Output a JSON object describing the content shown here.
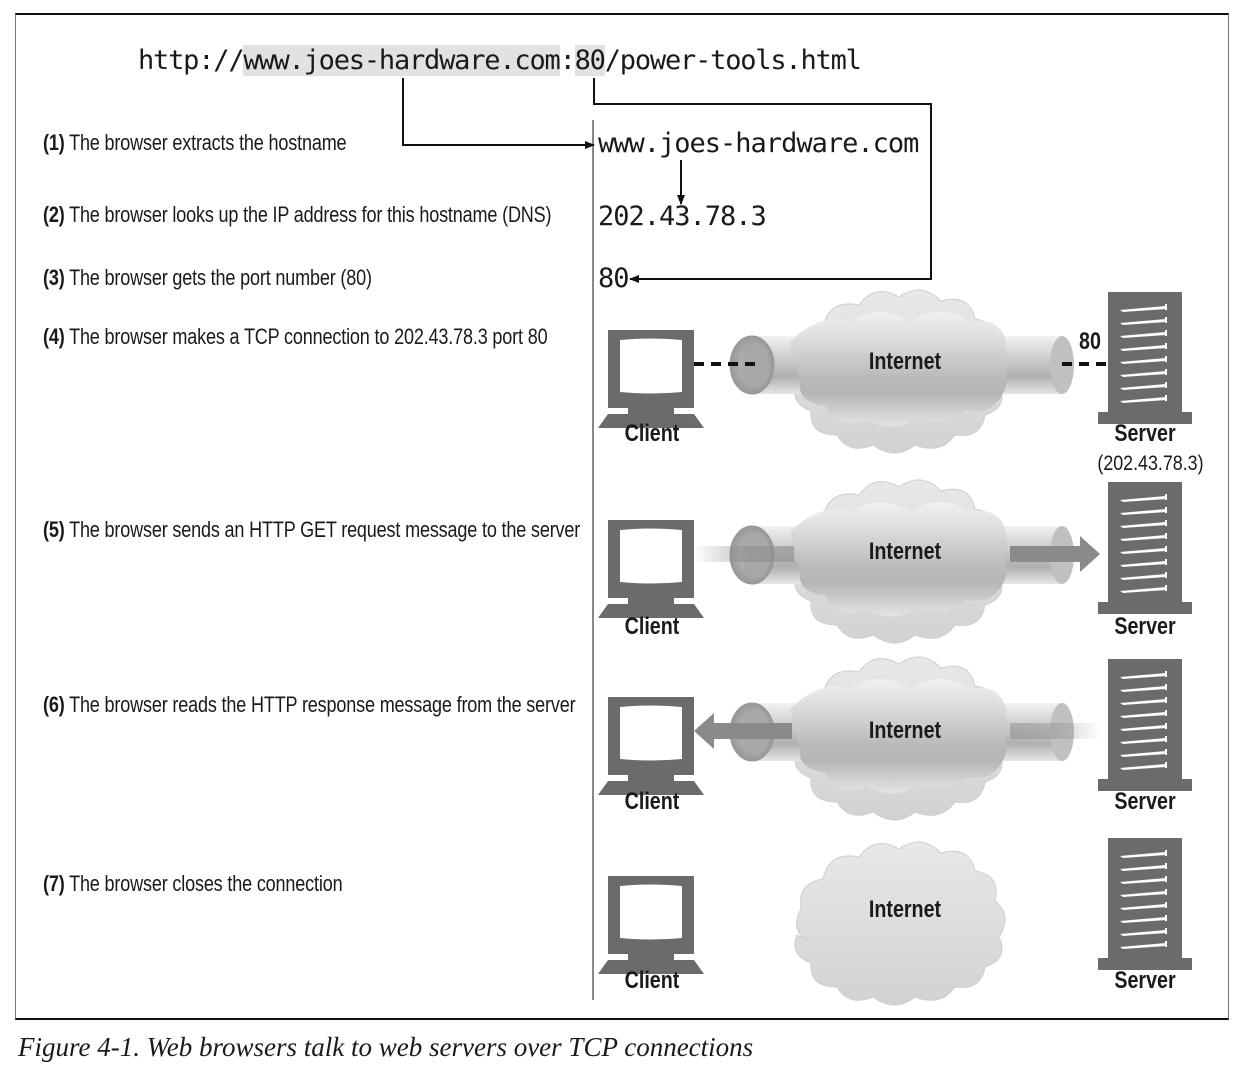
{
  "url": {
    "prefix": "http://",
    "hostname": "www.joes-hardware.com",
    "colon": ":",
    "port": "80",
    "path": "/power-tools.html"
  },
  "steps": [
    {
      "num": "(1)",
      "text": " The browser extracts the hostname"
    },
    {
      "num": "(2)",
      "text": " The browser looks up the IP address for this hostname (DNS)"
    },
    {
      "num": "(3)",
      "text": " The browser gets the port number (80)"
    },
    {
      "num": "(4)",
      "text": " The browser makes a TCP connection to 202.43.78.3 port 80"
    },
    {
      "num": "(5)",
      "text": " The browser sends an HTTP GET request message to the server"
    },
    {
      "num": "(6)",
      "text": " The browser reads the HTTP response message from the server"
    },
    {
      "num": "(7)",
      "text": " The browser closes the connection"
    }
  ],
  "results": {
    "hostname": "www.joes-hardware.com",
    "ip": "202.43.78.3",
    "port": "80"
  },
  "scenes": [
    {
      "client": "Client",
      "internet": "Internet",
      "server": "Server",
      "port_label": "80",
      "server_ip": "(202.43.78.3)",
      "link": "connect"
    },
    {
      "client": "Client",
      "internet": "Internet",
      "server": "Server",
      "link": "request"
    },
    {
      "client": "Client",
      "internet": "Internet",
      "server": "Server",
      "link": "response"
    },
    {
      "client": "Client",
      "internet": "Internet",
      "server": "Server",
      "link": "closed"
    }
  ],
  "colors": {
    "device": "#6b6b6b",
    "highlight": "#e2e2e2",
    "cloud": "#dcdcdc",
    "arrow": "#8a8a8a"
  },
  "caption": "Figure 4-1. Web browsers talk to web servers over TCP connections"
}
